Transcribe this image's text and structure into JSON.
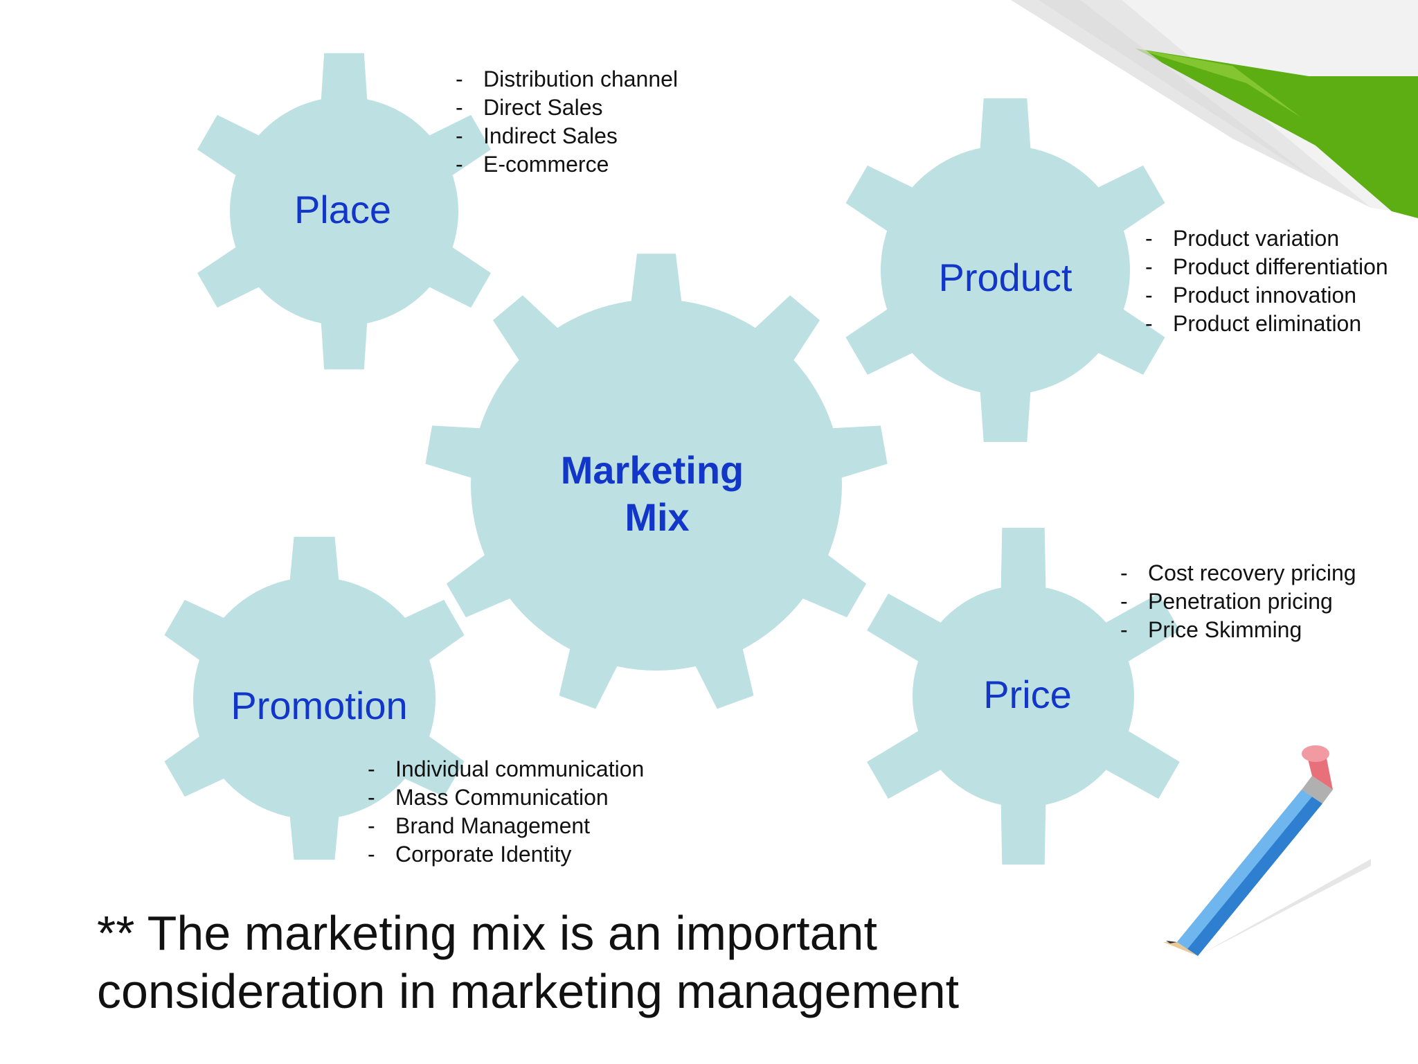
{
  "center_gear": {
    "line1": "Marketing",
    "line2": "Mix"
  },
  "gears": {
    "place": {
      "label": "Place",
      "items": [
        "Distribution channel",
        "Direct Sales",
        "Indirect Sales",
        "E-commerce"
      ]
    },
    "product": {
      "label": "Product",
      "items": [
        "Product variation",
        "Product differentiation",
        "Product innovation",
        "Product elimination"
      ]
    },
    "price": {
      "label": "Price",
      "items": [
        "Cost recovery pricing",
        "Penetration pricing",
        "Price Skimming"
      ]
    },
    "promotion": {
      "label": "Promotion",
      "items": [
        "Individual communication",
        "Mass Communication",
        "Brand Management",
        "Corporate Identity"
      ]
    }
  },
  "bullet_marker": "-",
  "footnote": "** The marketing mix is an important consideration in marketing management",
  "colors": {
    "gear_fill": "#bde0e3",
    "label_blue": "#1136c8",
    "text": "#111111",
    "accent_green": "#5cae12",
    "pencil_blue": "#3a8fd6",
    "eraser_pink": "#e8707a"
  },
  "icons": {
    "corner": "page-curl-icon",
    "pencil": "pencil-icon"
  }
}
